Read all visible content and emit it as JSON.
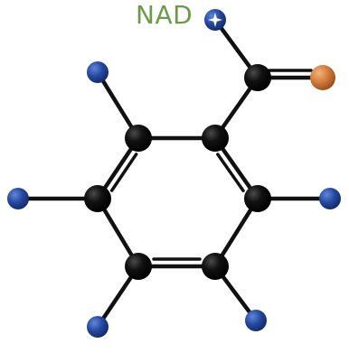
{
  "molecule": {
    "label": "NAD",
    "colors": {
      "bond": "#111111",
      "carbon": "#0d0d0d",
      "nitrogen": "#1e3f96",
      "oxygen": "#d07a3a",
      "label": "#6a9a4a",
      "highlight": "#ffffff"
    },
    "atoms": [
      {
        "id": "n-top",
        "element": "N",
        "name": "nitrogen-atom-top"
      },
      {
        "id": "c-carbonyl",
        "element": "C",
        "name": "carbon-atom-carbonyl"
      },
      {
        "id": "o",
        "element": "O",
        "name": "oxygen-atom"
      },
      {
        "id": "c1",
        "element": "C",
        "name": "carbon-atom-ring-top-right"
      },
      {
        "id": "c2",
        "element": "C",
        "name": "carbon-atom-ring-top-left"
      },
      {
        "id": "c3",
        "element": "C",
        "name": "carbon-atom-ring-left"
      },
      {
        "id": "c4",
        "element": "C",
        "name": "carbon-atom-ring-bottom-left"
      },
      {
        "id": "c5",
        "element": "C",
        "name": "carbon-atom-ring-bottom-right"
      },
      {
        "id": "c6",
        "element": "C",
        "name": "carbon-atom-ring-right"
      },
      {
        "id": "n-ul",
        "element": "N",
        "name": "nitrogen-atom-upper-left"
      },
      {
        "id": "n-l",
        "element": "N",
        "name": "nitrogen-atom-left"
      },
      {
        "id": "n-bl",
        "element": "N",
        "name": "nitrogen-atom-bottom-left"
      },
      {
        "id": "n-br",
        "element": "N",
        "name": "nitrogen-atom-bottom-right"
      },
      {
        "id": "n-r",
        "element": "N",
        "name": "nitrogen-atom-right"
      }
    ],
    "bonds": [
      {
        "from": "n-top",
        "to": "c-carbonyl",
        "order": 1
      },
      {
        "from": "c-carbonyl",
        "to": "o",
        "order": 2
      },
      {
        "from": "c-carbonyl",
        "to": "c1",
        "order": 1
      },
      {
        "from": "c1",
        "to": "c2",
        "order": 1
      },
      {
        "from": "c2",
        "to": "c3",
        "order": 2
      },
      {
        "from": "c3",
        "to": "c4",
        "order": 1
      },
      {
        "from": "c4",
        "to": "c5",
        "order": 2
      },
      {
        "from": "c5",
        "to": "c6",
        "order": 1
      },
      {
        "from": "c6",
        "to": "c1",
        "order": 2
      },
      {
        "from": "c2",
        "to": "n-ul",
        "order": 1
      },
      {
        "from": "c3",
        "to": "n-l",
        "order": 1
      },
      {
        "from": "c4",
        "to": "n-bl",
        "order": 1
      },
      {
        "from": "c5",
        "to": "n-br",
        "order": 1
      },
      {
        "from": "c6",
        "to": "n-r",
        "order": 1
      }
    ]
  }
}
